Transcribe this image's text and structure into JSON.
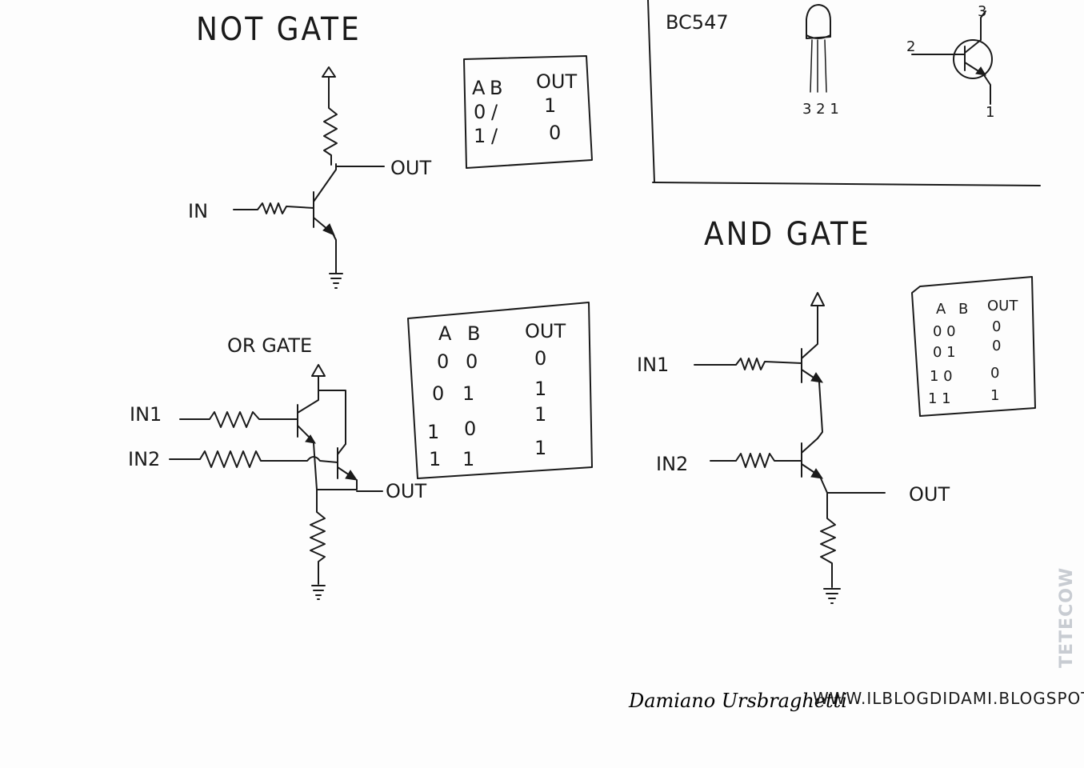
{
  "not_gate": {
    "title": "NOT GATE",
    "in_label": "IN",
    "out_label": "OUT",
    "table": {
      "headers": [
        "A",
        "B",
        "OUT"
      ],
      "rows": [
        [
          "0",
          "/",
          "1"
        ],
        [
          "1",
          "/",
          "0"
        ]
      ]
    }
  },
  "or_gate": {
    "title": "OR GATE",
    "in1_label": "IN1",
    "in2_label": "IN2",
    "out_label": "OUT",
    "table": {
      "headers": [
        "A",
        "B",
        "OUT"
      ],
      "rows": [
        [
          "0",
          "0",
          "0"
        ],
        [
          "0",
          "1",
          "1"
        ],
        [
          "1",
          "0",
          "1"
        ],
        [
          "1",
          "1",
          "1"
        ]
      ]
    }
  },
  "and_gate": {
    "title": "AND GATE",
    "in1_label": "IN1",
    "in2_label": "IN2",
    "out_label": "OUT",
    "table": {
      "headers": [
        "A",
        "B",
        "OUT"
      ],
      "rows": [
        [
          "0 0",
          "",
          "0"
        ],
        [
          "0 1",
          "",
          "0"
        ],
        [
          "1 0",
          "",
          "0"
        ],
        [
          "1 1",
          "",
          "1"
        ]
      ]
    }
  },
  "pinout": {
    "part": "BC547",
    "package_pins": "3 2 1",
    "pin_base": "2",
    "pin_collector": "3",
    "pin_emitter": "1"
  },
  "footer": {
    "signature": "Damiano Ursbraghetti",
    "website": "WWW.ILBLOGDIDAMI.BLOGSPOT.COM",
    "watermark": "TETECOW"
  }
}
